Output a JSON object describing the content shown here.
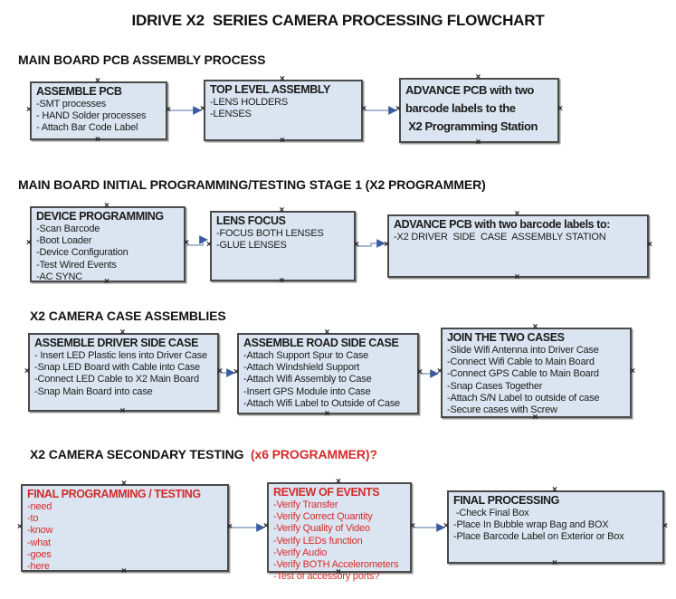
{
  "title": "IDRIVE X2  SERIES CAMERA PROCESSING FLOWCHART",
  "handles": {
    "glyph": "×"
  },
  "colors": {
    "box_fill": "#dbe5f1",
    "box_border": "#4a4a4a",
    "connector_line": "#8aa2bd",
    "connector_arrow": "#3a5ba0",
    "red_text": "#d42a2a",
    "body_text": "#1b1b1b"
  },
  "sections": [
    {
      "header": "MAIN BOARD PCB ASSEMBLY PROCESS",
      "header_red": "",
      "boxes": [
        {
          "title": "ASSEMBLE PCB",
          "items": [
            "-SMT processes",
            "- HAND Solder processes",
            "- Attach Bar Code Label"
          ]
        },
        {
          "title": "TOP LEVEL ASSEMBLY",
          "items": [
            "-LENS HOLDERS",
            "-LENSES"
          ]
        },
        {
          "title": "ADVANCE PCB with two\nbarcode labels to the\n X2 Programming Station",
          "items": []
        }
      ]
    },
    {
      "header": "MAIN BOARD INITIAL PROGRAMMING/TESTING STAGE 1 (X2 PROGRAMMER)",
      "header_red": "",
      "boxes": [
        {
          "title": "DEVICE PROGRAMMING",
          "items": [
            "-Scan Barcode",
            "-Boot Loader",
            "-Device Configuration",
            "-Test Wired Events",
            "-AC SYNC"
          ]
        },
        {
          "title": "LENS FOCUS",
          "items": [
            "-FOCUS BOTH LENSES",
            "-GLUE LENSES"
          ]
        },
        {
          "title": "ADVANCE PCB with two barcode labels to:",
          "items": [
            "-X2 DRIVER  SIDE  CASE  ASSEMBLY STATION"
          ]
        }
      ]
    },
    {
      "header": "X2 CAMERA CASE ASSEMBLIES",
      "header_red": "",
      "boxes": [
        {
          "title": "ASSEMBLE DRIVER SIDE CASE",
          "items": [
            "- Insert LED Plastic lens into Driver Case",
            "-Snap LED Board with Cable into Case",
            "-Connect LED Cable to X2 Main Board",
            "-Snap Main Board into case"
          ]
        },
        {
          "title": "ASSEMBLE ROAD SIDE CASE",
          "items": [
            "-Attach Support Spur to Case",
            "-Attach Windshield Support",
            "-Attach Wifi Assembly to Case",
            "-Insert GPS Module into Case",
            "-Attach Wifi Label to Outside of Case"
          ]
        },
        {
          "title": "JOIN THE TWO CASES",
          "items": [
            "-Slide Wifi Antenna into Driver Case",
            "-Connect Wifi Cable to Main Board",
            "-Connect GPS Cable to Main Board",
            "-Snap Cases Together",
            "-Attach S/N Label to outside of case",
            "-Secure cases with Screw"
          ]
        }
      ]
    },
    {
      "header": "X2 CAMERA SECONDARY TESTING ",
      "header_red": " (x6 PROGRAMMER)?",
      "boxes": [
        {
          "title": "FINAL PROGRAMMING / TESTING",
          "red": true,
          "items": [
            "-need",
            "-to",
            "-know",
            "-what",
            "-goes",
            "-here"
          ]
        },
        {
          "title": "REVIEW OF EVENTS",
          "red": true,
          "items": [
            "-Verify Transfer",
            "-Verify Correct Quantity",
            "-Verify Quality of Video",
            "-Verify LEDs function",
            "-Verify Audio",
            "-Verify BOTH Accelerometers",
            "-Test of accessory ports?"
          ]
        },
        {
          "title": "FINAL PROCESSING",
          "items": [
            " -Check Final Box",
            "-Place In Bubble wrap Bag and BOX",
            "-Place Barcode Label on Exterior or Box"
          ]
        }
      ]
    }
  ]
}
